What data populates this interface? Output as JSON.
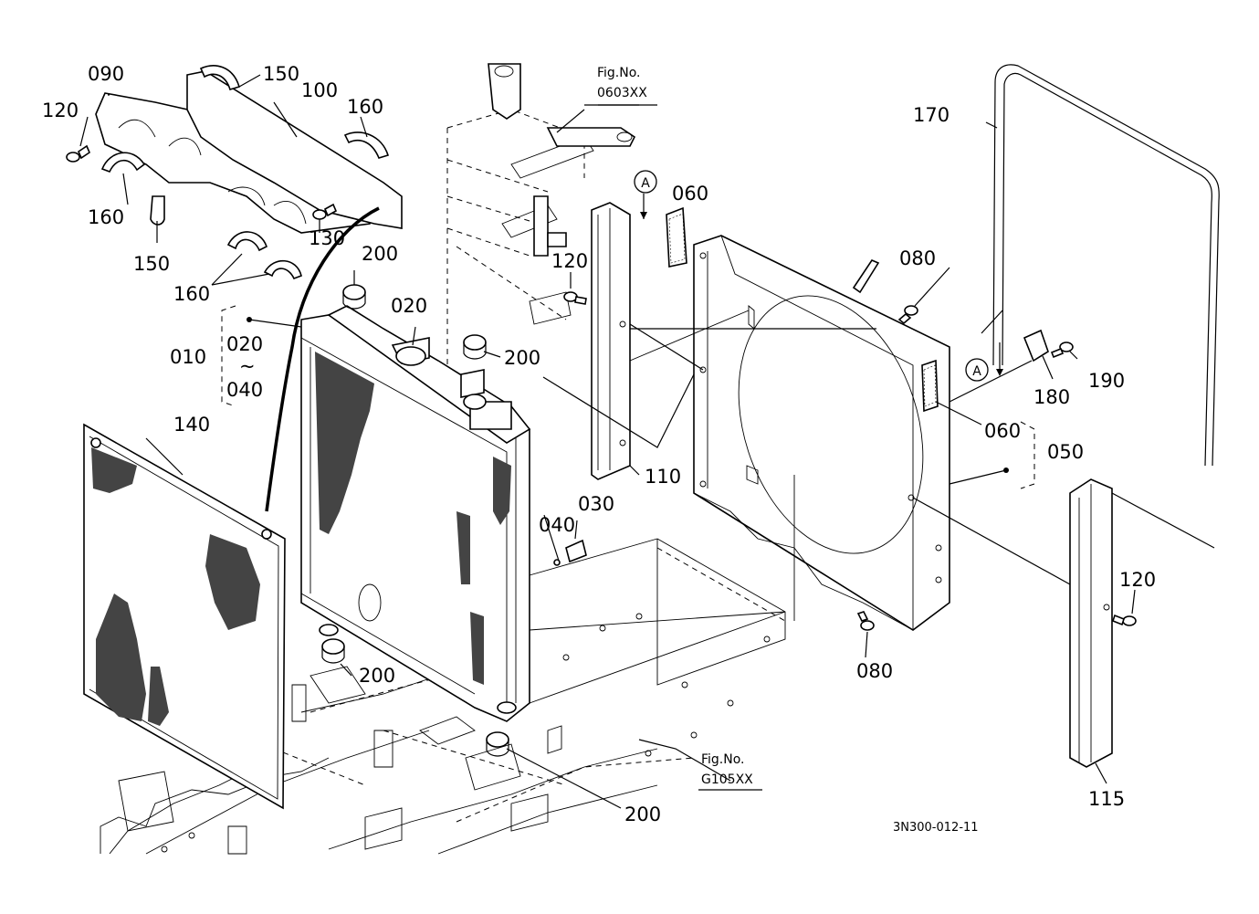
{
  "callouts": {
    "c090": "090",
    "c150_top": "150",
    "c100": "100",
    "c120_topleft": "120",
    "c160_topright": "160",
    "c160_left": "160",
    "c150_left": "150",
    "c130": "130",
    "c160_bottom": "160",
    "c200_top": "200",
    "c020": "020",
    "c200_mid": "200",
    "c010": "010",
    "c020_range": "020",
    "c_range_tilde": "~",
    "c040_range": "040",
    "c140": "140",
    "c120_mid": "120",
    "c060_top": "060",
    "c080_top": "080",
    "c110": "110",
    "c040": "040",
    "c030": "030",
    "c200_low": "200",
    "c200_bottom": "200",
    "c080_bottom": "080",
    "c170": "170",
    "c180": "180",
    "c190": "190",
    "c060_right": "060",
    "c050": "050",
    "c120_right": "120",
    "c115": "115"
  },
  "markers": {
    "ref_a_top": "A",
    "ref_a_right": "A"
  },
  "figure_refs": {
    "top": {
      "title": "Fig.No.",
      "number": "0603XX"
    },
    "bottom": {
      "title": "Fig.No.",
      "number": "G105XX"
    }
  },
  "doc_code": "3N300-012-11"
}
